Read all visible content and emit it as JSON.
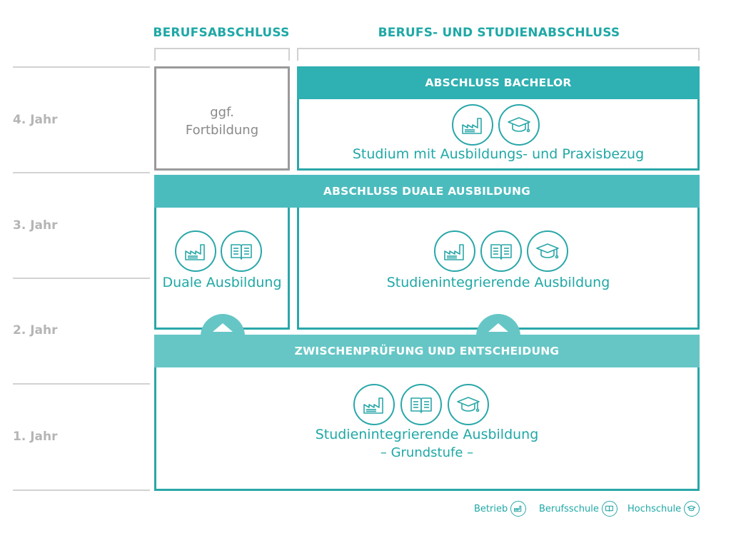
{
  "headers": {
    "berufsabschluss": "BERUFSABSCHLUSS",
    "berufs_studien": "BERUFS- UND STUDIENABSCHLUSS"
  },
  "years": {
    "y4": "4. Jahr",
    "y3": "3. Jahr",
    "y2": "2. Jahr",
    "y1": "1. Jahr"
  },
  "fortbildung": {
    "line1": "ggf.",
    "line2": "Fortbildung"
  },
  "bachelor": {
    "bar": "ABSCHLUSS BACHELOR",
    "text": "Studium mit Ausbildungs- und Praxisbezug",
    "icons": [
      "factory-icon",
      "graduation-cap-icon"
    ]
  },
  "duale": {
    "bar": "ABSCHLUSS DUALE AUSBILDUNG",
    "left_text": "Duale Ausbildung",
    "left_icons": [
      "factory-icon",
      "book-icon"
    ],
    "right_text": "Studienintegrierende Ausbildung",
    "right_icons": [
      "factory-icon",
      "book-icon",
      "graduation-cap-icon"
    ]
  },
  "zwischen": {
    "bar": "ZWISCHENPRÜFUNG UND ENTSCHEIDUNG",
    "line1": "Studienintegrierende Ausbildung",
    "line2": "– Grundstufe –",
    "icons": [
      "factory-icon",
      "book-icon",
      "graduation-cap-icon"
    ]
  },
  "legend": {
    "betrieb": "Betrieb",
    "berufsschule": "Berufsschule",
    "hochschule": "Hochschule"
  },
  "colors": {
    "teal": "#2aa7a9",
    "bar_dark": "#2fb0b2",
    "bar_mid": "#4bbcbe",
    "bar_light": "#66c6c6",
    "gray_border": "#9a9a9a",
    "year_gray": "#b5b5b5"
  }
}
